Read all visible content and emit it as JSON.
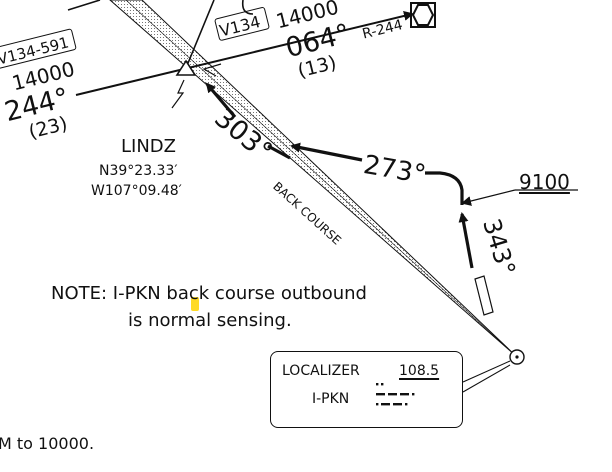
{
  "airway_upper_box": "V134",
  "airway_left_box": "V134-591",
  "airway_upper": {
    "altitude": "14000",
    "course": "064°",
    "distance": "(13)"
  },
  "airway_left": {
    "altitude": "14000",
    "course": "244°",
    "distance": "(23)"
  },
  "radial": "R-244",
  "fix": {
    "name": "LINDZ",
    "lat": "N39°23.33′",
    "lon": "W107°09.48′"
  },
  "course_303": "303°",
  "course_273": "273°",
  "course_343": "343°",
  "altitude_9100": "9100",
  "back_course": "BACK COURSE",
  "note": {
    "line1": "NOTE: I-PKN back course outbound",
    "line2": "is normal sensing."
  },
  "localizer": {
    "label": "LOCALIZER",
    "freq": "108.5",
    "ident": "I-PKN"
  },
  "bottom_text": "M to 10000.",
  "colors": {
    "ink": "#111111",
    "highlight": "#ffd400"
  }
}
